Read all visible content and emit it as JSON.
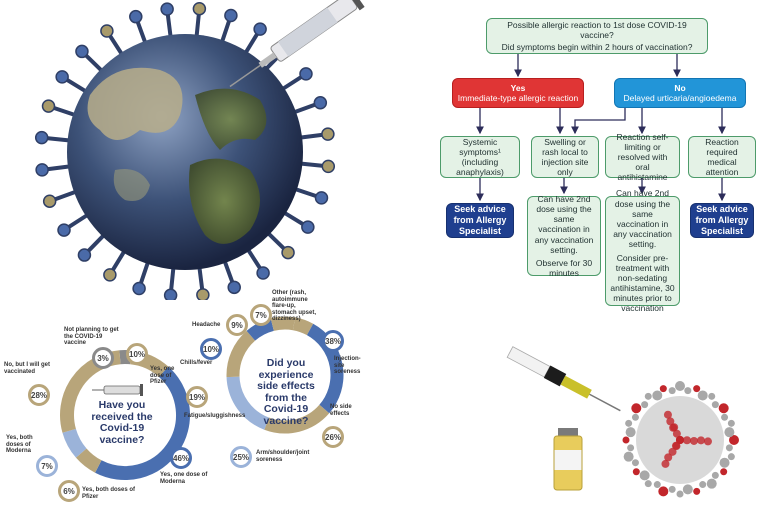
{
  "colors": {
    "green_border": "#4d9b6a",
    "green_fill": "#e4f2e6",
    "red": "#e03535",
    "blue": "#2295d8",
    "navy": "#1f3f8f",
    "arrow": "#2d2d5a",
    "donut_blue": "#4a6fb0",
    "donut_tan": "#b8a57a",
    "donut_lightblue": "#9bb3d9",
    "donut_gray": "#8a8a8a"
  },
  "images": {
    "virus_globe": "virus-globe-illustration",
    "syringe_top": "syringe-icon",
    "vaccine_vial": "vaccine-vial-illustration",
    "virus_bottom": "virus-particle-illustration"
  },
  "flowchart": {
    "top_line1": "Possible allergic reaction to 1st dose COVID-19 vaccine?",
    "top_line2": "Did symptoms begin within 2 hours of vaccination?",
    "yes_label": "Yes",
    "yes_sub": "Immediate-type allergic reaction",
    "no_label": "No",
    "no_sub": "Delayed urticaria/angioedema",
    "systemic": "Systemic symptoms¹ (including anaphylaxis)",
    "swelling": "Swelling or rash local to injection site only",
    "reaction_self": "Reaction self-limiting or resolved with oral antihistamine",
    "reaction_medical": "Reaction required medical attention",
    "seek1": "Seek advice from Allergy Specialist",
    "can2_p1": "Can have 2nd dose using the same vaccination in any vaccination setting.",
    "can2_p2": "Observe for 30 minutes",
    "can3_p1": "Can have 2nd dose using the same vaccination in any vaccination setting.",
    "can3_p2": "Consider pre-treatment with non-sedating antihistamine, 30 minutes prior to vaccination",
    "seek2": "Seek advice from Allergy Specialist"
  },
  "chart_data": [
    {
      "type": "pie",
      "title": "Have you received the Covid-19 vaccine?",
      "categories": [
        "Not planning to get the COVID-19 vaccine",
        "Yes, one dose of Pfizer",
        "Yes, one dose of Moderna",
        "Yes, both doses of Pfizer",
        "Yes, both doses of Moderna",
        "No, but I will get vaccinated"
      ],
      "values": [
        3,
        10,
        46,
        6,
        7,
        28
      ],
      "labels": [
        "3%",
        "10%",
        "46%",
        "6%",
        "7%",
        "28%"
      ]
    },
    {
      "type": "pie",
      "title": "Did you experience side effects from the Covid-19 vaccine?",
      "categories": [
        "Other (rash, autoimmune flare-up, stomach upset, dizziness)",
        "Injection-site soreness",
        "No side effects",
        "Arm/shoulder/joint soreness",
        "Fatigue/sluggishness",
        "Chills/fever",
        "Headache"
      ],
      "values": [
        7,
        38,
        26,
        25,
        19,
        10,
        9
      ],
      "labels": [
        "7%",
        "38%",
        "26%",
        "25%",
        "19%",
        "10%",
        "9%"
      ]
    }
  ]
}
